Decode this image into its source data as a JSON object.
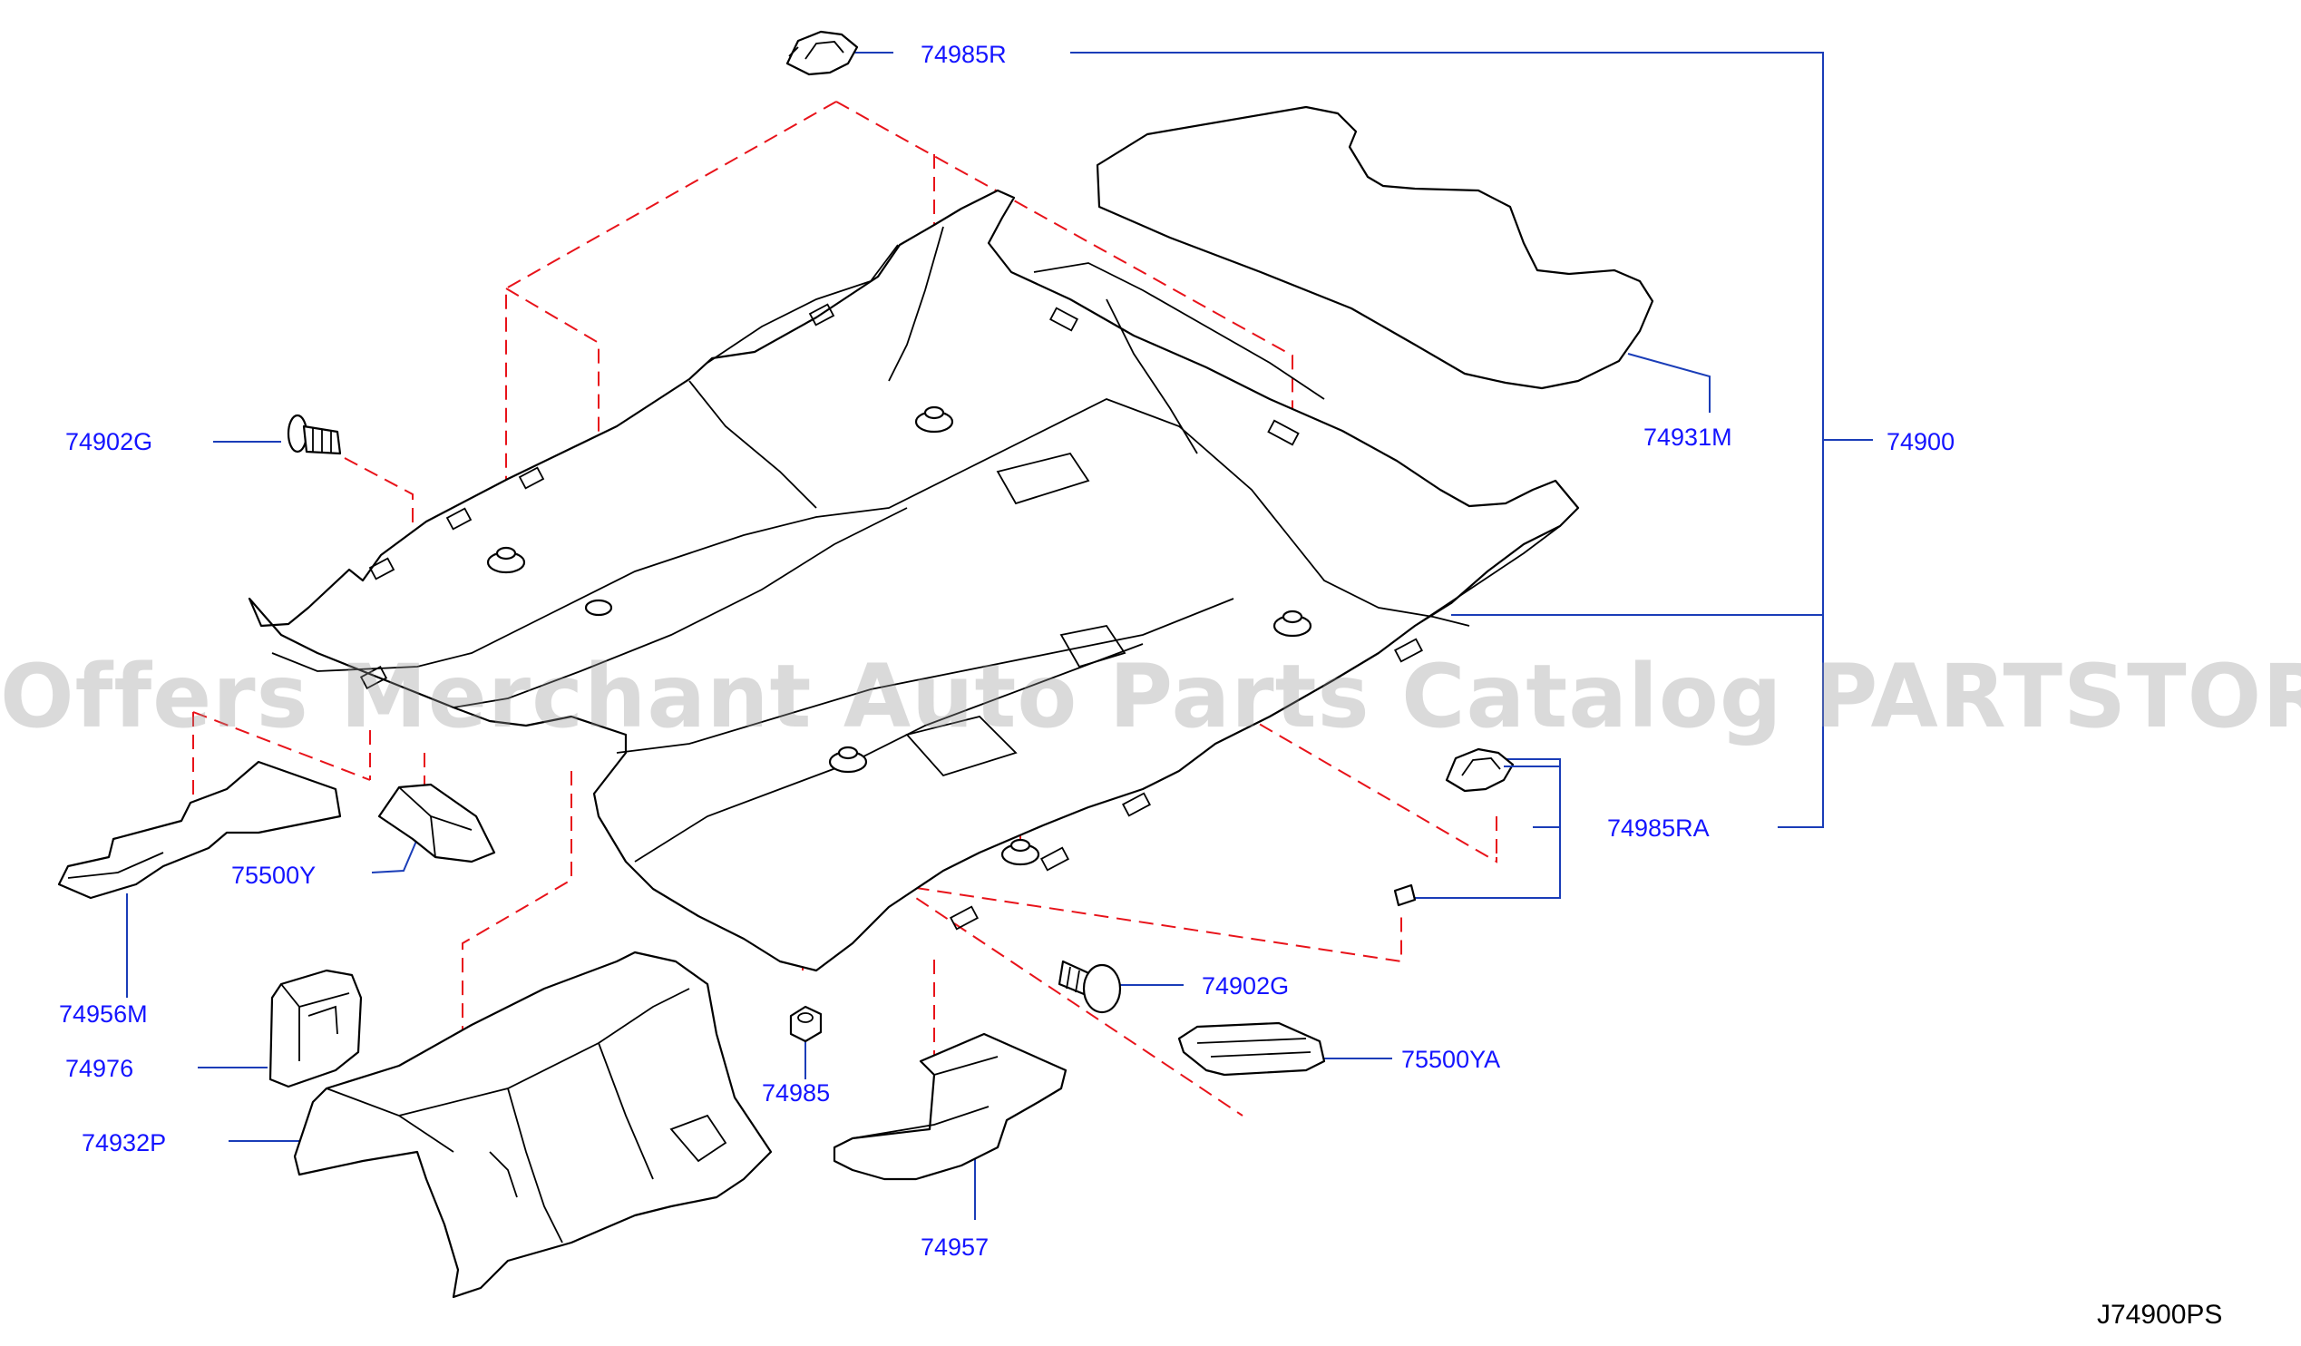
{
  "colors": {
    "label": "#1414ff",
    "leader": "#1a3db8",
    "dashed": "#e8131a",
    "outline": "#000000",
    "watermark": "#969696"
  },
  "watermark": "Offers Merchant Auto Parts Catalog PARTSTORE.SA",
  "diagram_ref": "J74900PS",
  "labels": {
    "p74985R": "74985R",
    "p74902G_left": "74902G",
    "p74931M": "74931M",
    "p74900": "74900",
    "p75500Y": "75500Y",
    "p74985RA": "74985RA",
    "p74956M": "74956M",
    "p74976": "74976",
    "p74932P": "74932P",
    "p74902G_right": "74902G",
    "p74985": "74985",
    "p75500YA": "75500YA",
    "p74957": "74957"
  }
}
